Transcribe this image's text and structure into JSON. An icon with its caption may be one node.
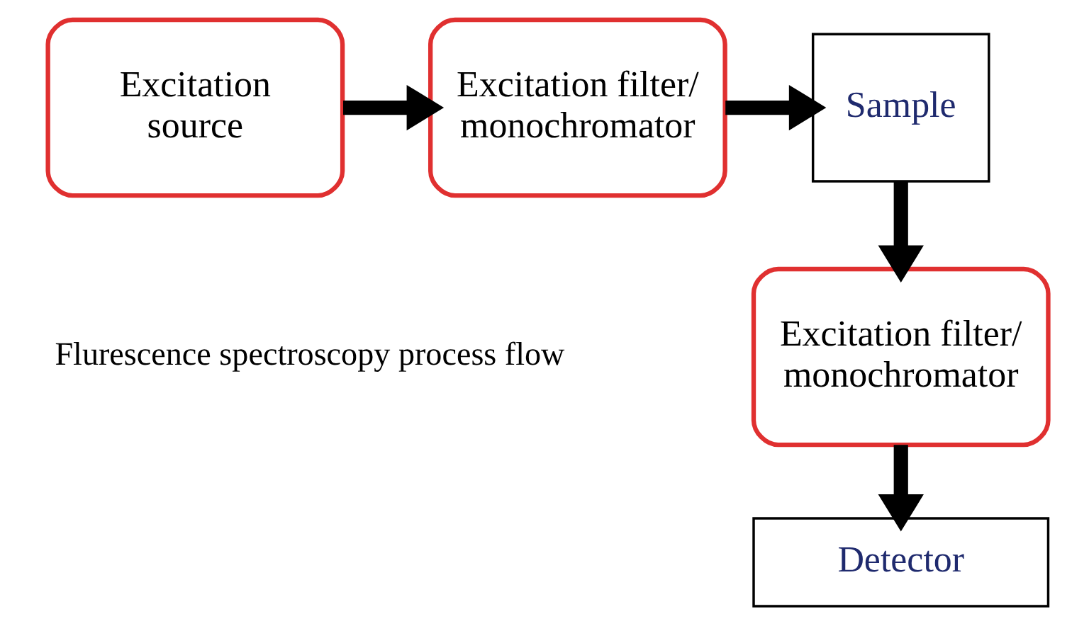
{
  "diagram": {
    "nodes": [
      {
        "text": [
          "Excitation source"
        ]
      },
      {
        "text": [
          "Excitation filter/ monochromator"
        ]
      },
      {
        "text": [
          "Sample"
        ]
      },
      {
        "text": [
          "Excitation filter/ monochromator"
        ]
      },
      {
        "text": [
          "Detector"
        ]
      }
    ],
    "edges": [
      {
        "from": 0,
        "to": 1,
        "arrow": "to"
      },
      {
        "from": 1,
        "to": 2,
        "arrow": "to"
      },
      {
        "from": 2,
        "to": 3,
        "arrow": "to"
      },
      {
        "from": 3,
        "to": 4,
        "arrow": "to"
      }
    ],
    "labels": [
      "Flurescence spectroscopy process flow"
    ]
  }
}
